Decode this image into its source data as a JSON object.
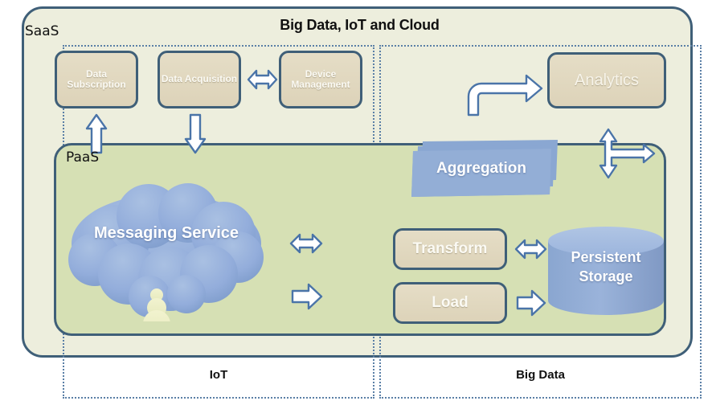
{
  "diagram": {
    "title": "Big Data, IoT and Cloud",
    "layers": {
      "saas_label": "SaaS",
      "paas_label": "PaaS"
    },
    "zones": [
      {
        "name": "iot",
        "label": "IoT"
      },
      {
        "name": "bigdata",
        "label": "Big Data"
      }
    ],
    "saas_boxes": [
      {
        "name": "data-subscription",
        "label": "Data Subscription"
      },
      {
        "name": "data-acquisition",
        "label": "Data Acquisition"
      },
      {
        "name": "device-management",
        "label": "Device Management"
      },
      {
        "name": "analytics",
        "label": "Analytics"
      }
    ],
    "paas_nodes": [
      {
        "name": "messaging-service",
        "label": "Messaging Service",
        "shape": "cloud"
      },
      {
        "name": "aggregation",
        "label": "Aggregation",
        "shape": "stacked-documents"
      },
      {
        "name": "transform",
        "label": "Transform",
        "shape": "rounded-box"
      },
      {
        "name": "load",
        "label": "Load",
        "shape": "rounded-box"
      },
      {
        "name": "persistent-storage",
        "label": "Persistent Storage",
        "shape": "cylinder"
      }
    ],
    "connectors": [
      {
        "name": "acquisition-to-device-management",
        "icon": "double-arrow-horizontal-icon"
      },
      {
        "name": "paas-to-saas-up",
        "icon": "arrow-up-icon"
      },
      {
        "name": "saas-to-paas-down",
        "icon": "arrow-down-icon"
      },
      {
        "name": "analytics-inflow",
        "icon": "elbow-arrow-up-right-icon"
      },
      {
        "name": "aggregation-junction",
        "icon": "tri-arrow-up-down-left-icon"
      },
      {
        "name": "messaging-to-transform",
        "icon": "double-arrow-horizontal-icon"
      },
      {
        "name": "messaging-to-load",
        "icon": "arrow-right-icon"
      },
      {
        "name": "transform-to-storage",
        "icon": "double-arrow-horizontal-icon"
      },
      {
        "name": "load-to-storage",
        "icon": "arrow-right-icon"
      }
    ],
    "colors": {
      "outline": "#3f5f78",
      "cream_bg": "#edeedd",
      "green_bg": "#d6e0b4",
      "tan_fill": "#ddd3b9",
      "blue_fill": "#8fabd4",
      "dotted_border": "#5a7fa6",
      "arrow_fill": "#ffffff",
      "arrow_stroke": "#4a74a8"
    }
  }
}
